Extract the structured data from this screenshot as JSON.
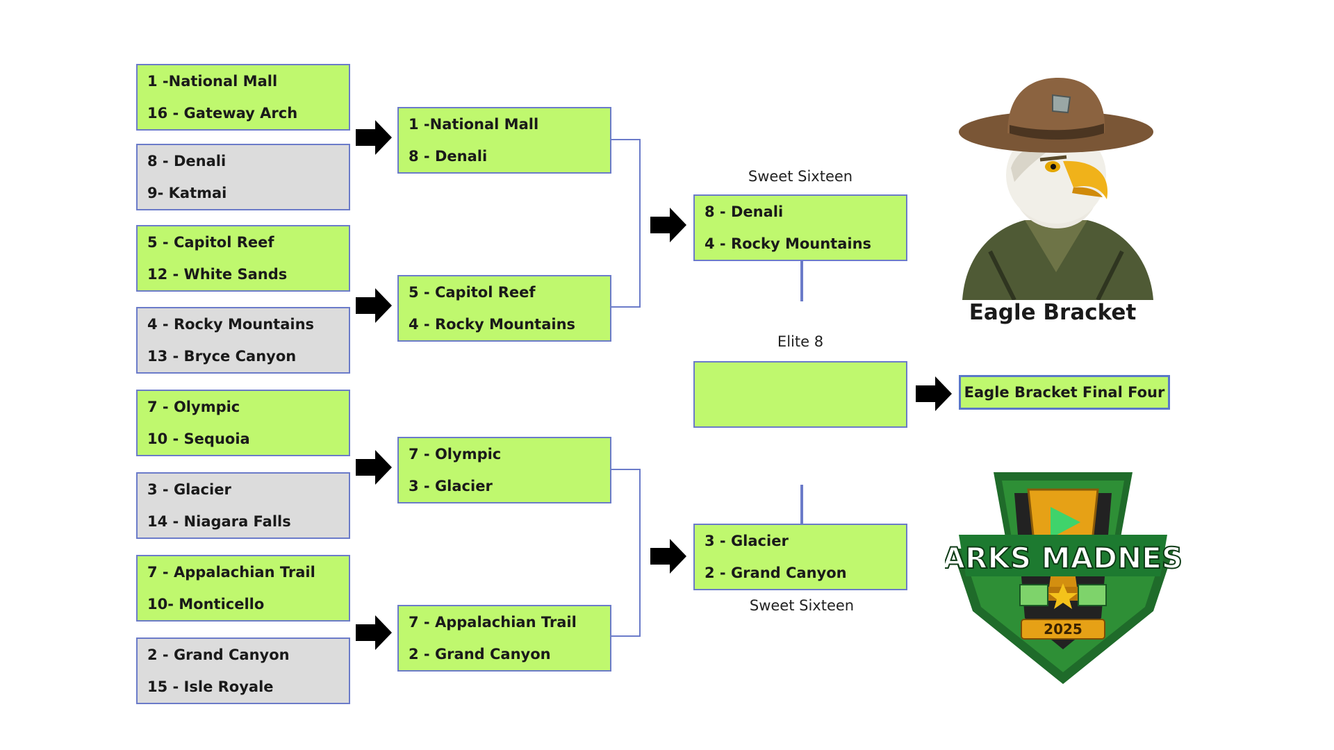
{
  "round1": [
    {
      "top": "1 -National Mall",
      "bottom": "16 - Gateway Arch",
      "style": "green"
    },
    {
      "top": "8 - Denali",
      "bottom": "9- Katmai",
      "style": "gray"
    },
    {
      "top": "5 - Capitol Reef",
      "bottom": "12 - White Sands",
      "style": "green"
    },
    {
      "top": "4 - Rocky Mountains",
      "bottom": "13 - Bryce Canyon",
      "style": "gray"
    },
    {
      "top": "7 - Olympic",
      "bottom": "10 - Sequoia",
      "style": "green"
    },
    {
      "top": "3 - Glacier",
      "bottom": "14 - Niagara Falls",
      "style": "gray"
    },
    {
      "top": "7 - Appalachian Trail",
      "bottom": "10- Monticello",
      "style": "green"
    },
    {
      "top": "2 - Grand Canyon",
      "bottom": "15 - Isle Royale",
      "style": "gray"
    }
  ],
  "round2": [
    {
      "top": "1 -National Mall",
      "bottom": "8 - Denali"
    },
    {
      "top": "5 - Capitol Reef",
      "bottom": "4 - Rocky Mountains"
    },
    {
      "top": "7 - Olympic",
      "bottom": "3 - Glacier"
    },
    {
      "top": "7 - Appalachian Trail",
      "bottom": "2 - Grand Canyon"
    }
  ],
  "sweet_sixteen": {
    "label_top": "Sweet Sixteen",
    "label_bottom": "Sweet Sixteen",
    "upper": {
      "top": "8 - Denali",
      "bottom": "4 - Rocky Mountains"
    },
    "lower": {
      "top": "3 - Glacier",
      "bottom": "2 - Grand Canyon"
    }
  },
  "elite8": {
    "label": "Elite 8",
    "top": "",
    "bottom": ""
  },
  "final_four_label": "Eagle Bracket Final Four",
  "eagle_title": "Eagle Bracket",
  "logo": {
    "line1": "PARKS MADNESS",
    "year": "2025"
  },
  "colors": {
    "win_green": "#bff86e",
    "loss_gray": "#dcdcdc",
    "border_blue": "#6b7bc9"
  }
}
